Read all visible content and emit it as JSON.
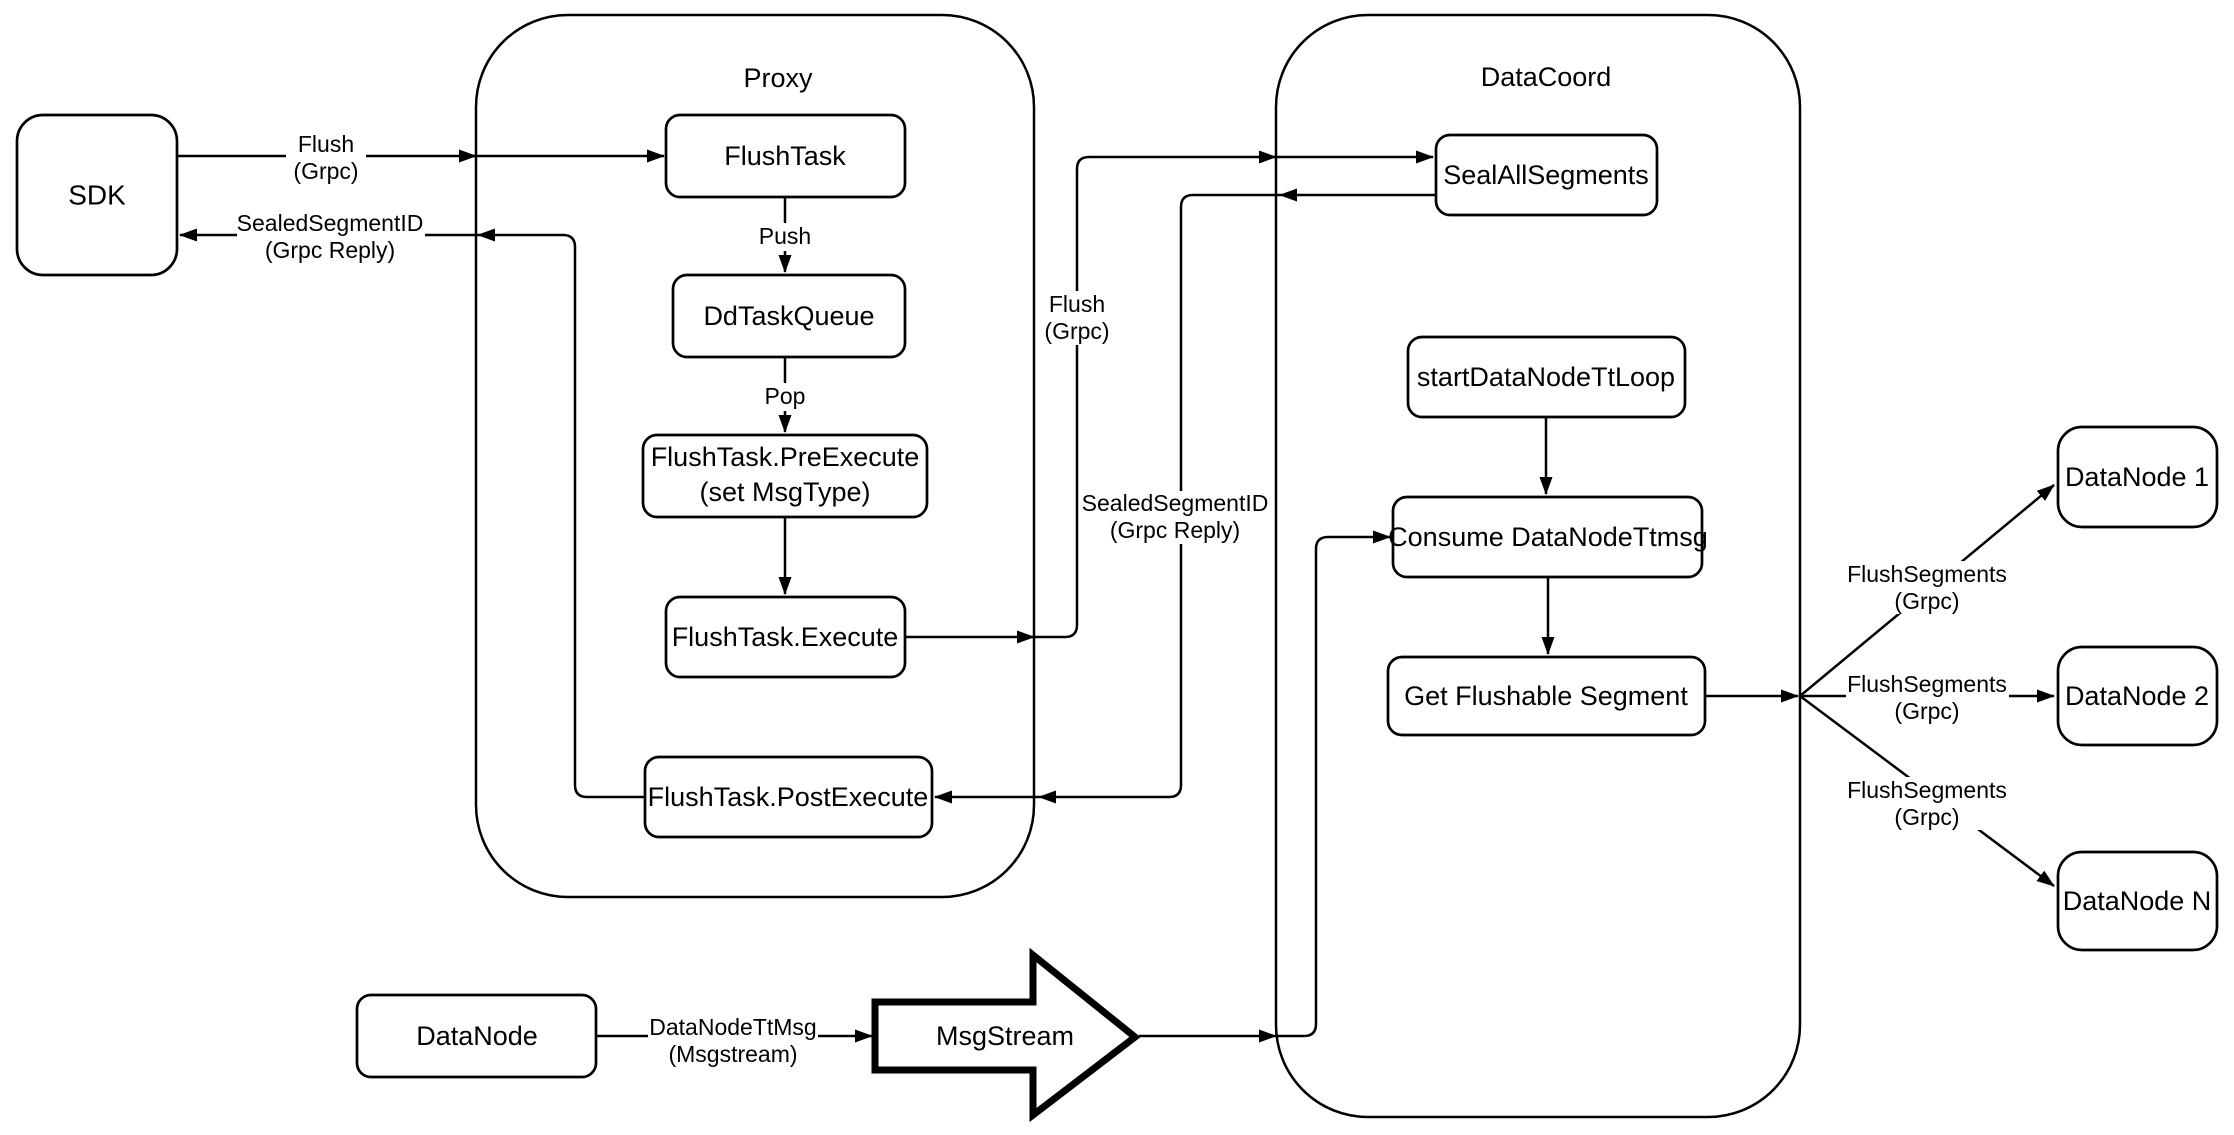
{
  "canvas": {
    "background": "#ffffff",
    "line_color": "#000000",
    "text_color": "#000000"
  },
  "containers": {
    "proxy": "Proxy",
    "datacoord": "DataCoord"
  },
  "nodes": {
    "sdk": "SDK",
    "flush_task": "FlushTask",
    "dd_task_queue": "DdTaskQueue",
    "pre_execute_l1": "FlushTask.PreExecute",
    "pre_execute_l2": "(set MsgType)",
    "execute": "FlushTask.Execute",
    "post_execute": "FlushTask.PostExecute",
    "seal_all_segments": "SealAllSegments",
    "start_data_node_tt_loop": "startDataNodeTtLoop",
    "consume_data_node_ttmsg": "Consume DataNodeTtmsg",
    "get_flushable_segment": "Get Flushable Segment",
    "datanode_1": "DataNode 1",
    "datanode_2": "DataNode 2",
    "datanode_n": "DataNode N",
    "datanode": "DataNode",
    "msgstream": "MsgStream"
  },
  "edge_labels": {
    "sdk_flush_l1": "Flush",
    "sdk_flush_l2": "(Grpc)",
    "sdk_sealed_l1": "SealedSegmentID",
    "sdk_sealed_l2": "(Grpc Reply)",
    "push": "Push",
    "pop": "Pop",
    "proxy_flush_l1": "Flush",
    "proxy_flush_l2": "(Grpc)",
    "proxy_sealed_l1": "SealedSegmentID",
    "proxy_sealed_l2": "(Grpc Reply)",
    "flush_segments_1_l1": "FlushSegments",
    "flush_segments_1_l2": "(Grpc)",
    "flush_segments_2_l1": "FlushSegments",
    "flush_segments_2_l2": "(Grpc)",
    "flush_segments_3_l1": "FlushSegments",
    "flush_segments_3_l2": "(Grpc)",
    "datanode_tt_l1": "DataNodeTtMsg",
    "datanode_tt_l2": "(Msgstream)"
  }
}
